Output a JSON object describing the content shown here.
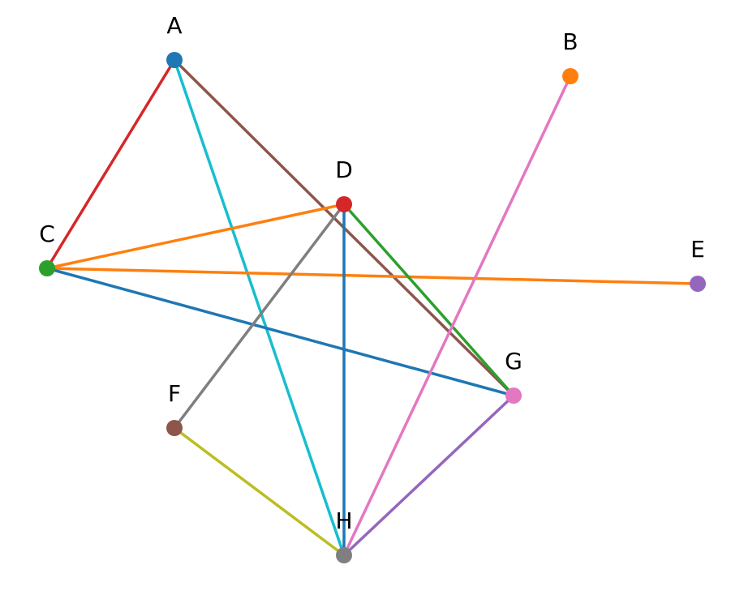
{
  "graph": {
    "nodes": [
      {
        "id": "A",
        "label": "A",
        "color": "#1f77b4"
      },
      {
        "id": "B",
        "label": "B",
        "color": "#ff7f0e"
      },
      {
        "id": "C",
        "label": "C",
        "color": "#2ca02c"
      },
      {
        "id": "D",
        "label": "D",
        "color": "#d62728"
      },
      {
        "id": "E",
        "label": "E",
        "color": "#9467bd"
      },
      {
        "id": "F",
        "label": "F",
        "color": "#8c564b"
      },
      {
        "id": "G",
        "label": "G",
        "color": "#e377c2"
      },
      {
        "id": "H",
        "label": "H",
        "color": "#7f7f7f"
      }
    ],
    "edges": [
      {
        "source": "A",
        "target": "C",
        "color": "#d62728"
      },
      {
        "source": "A",
        "target": "H",
        "color": "#17becf"
      },
      {
        "source": "A",
        "target": "G",
        "color": "#8c564b"
      },
      {
        "source": "C",
        "target": "D",
        "color": "#ff7f0e"
      },
      {
        "source": "C",
        "target": "E",
        "color": "#ff7f0e"
      },
      {
        "source": "C",
        "target": "G",
        "color": "#1f77b4"
      },
      {
        "source": "D",
        "target": "F",
        "color": "#7f7f7f"
      },
      {
        "source": "D",
        "target": "H",
        "color": "#1f77b4"
      },
      {
        "source": "D",
        "target": "G",
        "color": "#2ca02c"
      },
      {
        "source": "B",
        "target": "H",
        "color": "#e377c2"
      },
      {
        "source": "F",
        "target": "H",
        "color": "#bcbd22"
      },
      {
        "source": "G",
        "target": "H",
        "color": "#9467bd"
      }
    ]
  }
}
